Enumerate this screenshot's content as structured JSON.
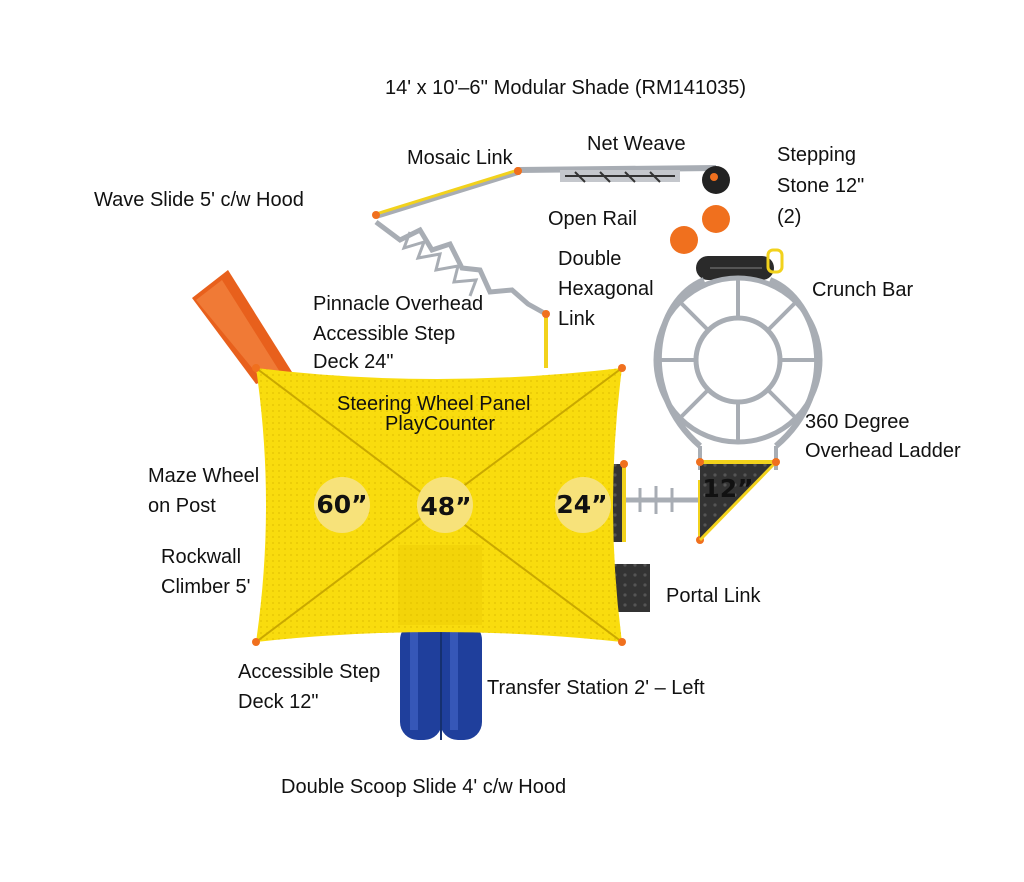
{
  "colors": {
    "shade": "#f9dc0e",
    "shade_dots": "#d9b800",
    "shade_seam": "#c9a800",
    "wave_slide": "#e8601c",
    "scoop_slide": "#1f3f9c",
    "stepping_stone": "#f0701e",
    "post_cap": "#f0701e",
    "steel": "#a8adb4",
    "deck": "#2a2a2a",
    "deck_circle": "#f7e27a"
  },
  "title": "14' x 10'–6'' Modular Shade (RM141035)",
  "labels": {
    "net_weave": "Net Weave",
    "mosaic_link": "Mosaic Link",
    "stepping_stone": "Stepping\nStone 12\"\n(2)",
    "wave_slide": "Wave Slide 5' c/w Hood",
    "open_rail": "Open Rail",
    "double_hex_link": "Double\nHexagonal\nLink",
    "crunch_bar": "Crunch Bar",
    "pinnacle_overhead": "Pinnacle Overhead",
    "accessible_step_24": "Accessible Step\n Deck 24\"",
    "steering_wheel": "Steering Wheel Panel",
    "playcounter": "PlayCounter",
    "ladder_360": "360 Degree\nOverhead Ladder",
    "maze_wheel": "Maze Wheel\non Post",
    "rockwall": "Rockwall\nClimber 5'",
    "portal_link": "Portal Link",
    "accessible_step_12": "Accessible Step\nDeck 12\"",
    "transfer_station": "Transfer Station 2' – Left",
    "double_scoop": "Double Scoop Slide 4' c/w Hood"
  },
  "decks": {
    "d60": "60”",
    "d48": "48”",
    "d24": "24”",
    "d12": "12”"
  }
}
